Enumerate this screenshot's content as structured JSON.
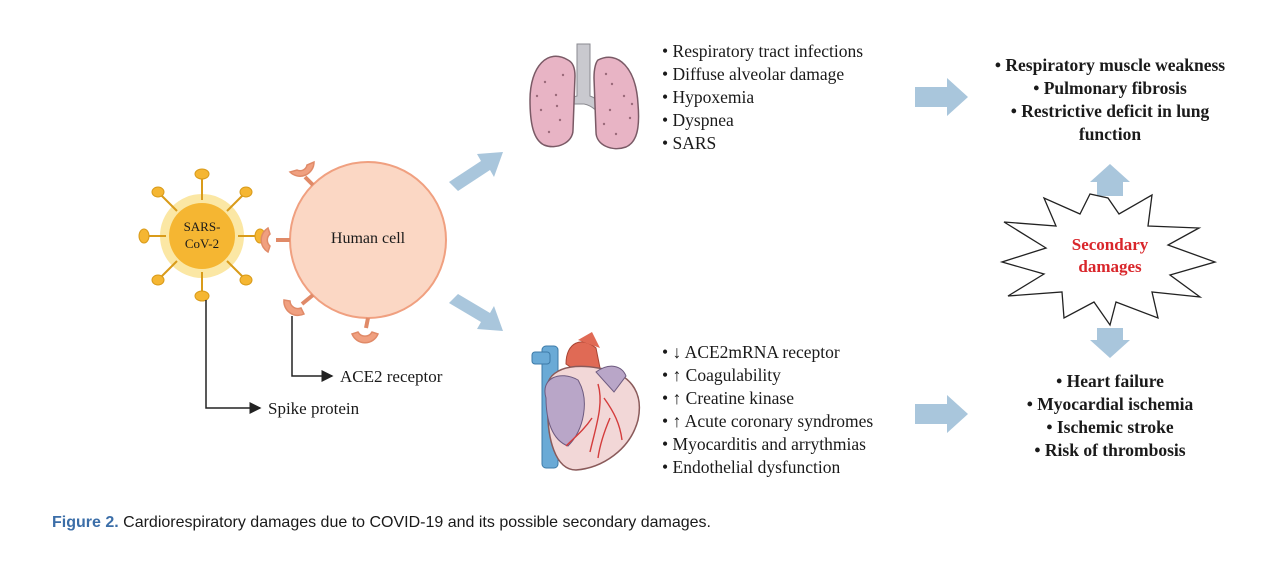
{
  "virus": {
    "label_line1": "SARS-",
    "label_line2": "CoV-2"
  },
  "cell": {
    "label": "Human cell"
  },
  "annotations": {
    "ace2": "ACE2 receptor",
    "spike": "Spike protein"
  },
  "lung_effects": [
    "Respiratory tract infections",
    "Diffuse alveolar damage",
    "Hypoxemia",
    "Dyspnea",
    "SARS"
  ],
  "heart_effects": [
    "↓ ACE2mRNA receptor",
    "↑ Coagulability",
    "↑ Creatine kinase",
    "↑ Acute coronary syndromes",
    "Myocarditis and arrythmias",
    "Endothelial dysfunction"
  ],
  "lung_outcomes": [
    "Respiratory muscle weakness",
    "Pulmonary fibrosis",
    "Restrictive deficit in lung function"
  ],
  "secondary": {
    "line1": "Secondary",
    "line2": "damages",
    "color": "#d9262b"
  },
  "heart_outcomes": [
    "Heart failure",
    "Myocardial ischemia",
    "Ischemic stroke",
    "Risk of thrombosis"
  ],
  "caption": {
    "figure": "Figure 2.",
    "text": " Cardiorespiratory damages due to COVID-19 and its possible secondary damages."
  },
  "colors": {
    "arrow": "#a9c6dc",
    "virus": "#f5b632",
    "virus_halo": "#fbe7a4",
    "cell": "#fbd7c4",
    "receptor": "#f0a080",
    "caption_accent": "#3b6ea8"
  }
}
